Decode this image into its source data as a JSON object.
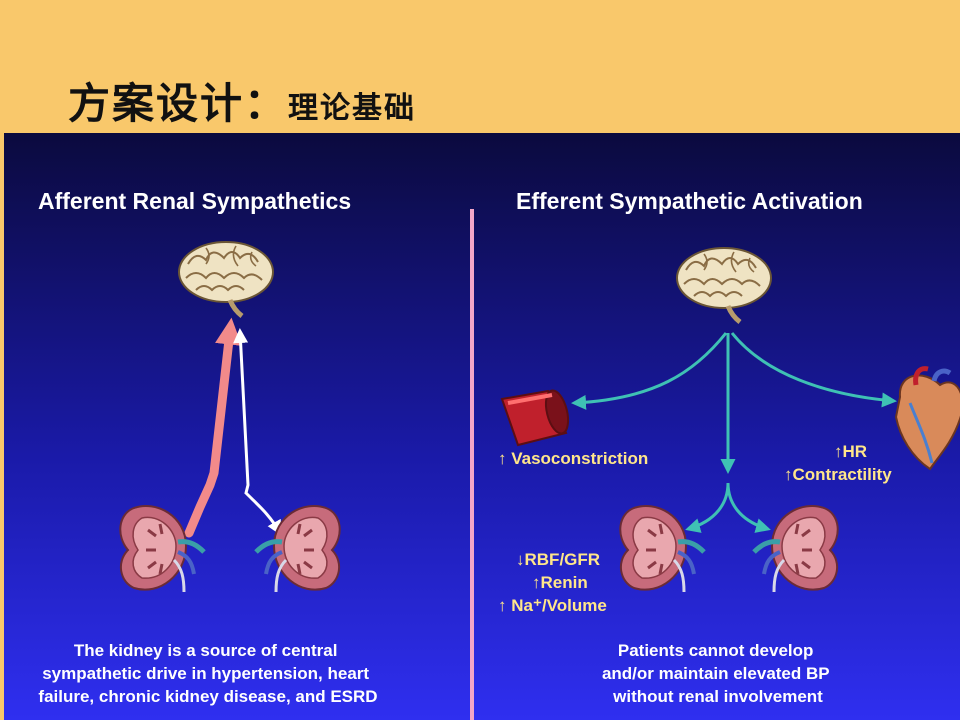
{
  "title": {
    "main": "方案设计：",
    "sub": "理论基础"
  },
  "left_panel": {
    "heading": "Afferent Renal Sympathetics",
    "caption": [
      "The kidney is a source of central",
      "sympathetic drive in hypertension, heart",
      "failure, chronic kidney disease, and ESRD"
    ]
  },
  "right_panel": {
    "heading": "Efferent Sympathetic Activation",
    "vasoconstriction": "Vasoconstriction",
    "heart_effects": [
      "HR",
      "Contractility"
    ],
    "kidney_effects": [
      "RBF/GFR",
      "Renin",
      "Na⁺/Volume"
    ],
    "caption": [
      "Patients cannot develop",
      "and/or maintain elevated BP",
      "without renal involvement"
    ]
  },
  "colors": {
    "background": "#f9c86b",
    "panel_top": "#0b0a3e",
    "panel_bottom": "#2f2ff0",
    "arrow_teal": "#3fc1b4",
    "afferent_red": "#f07a7a",
    "label_yellow": "#ffe68a",
    "divider": "#f2a6c8"
  }
}
